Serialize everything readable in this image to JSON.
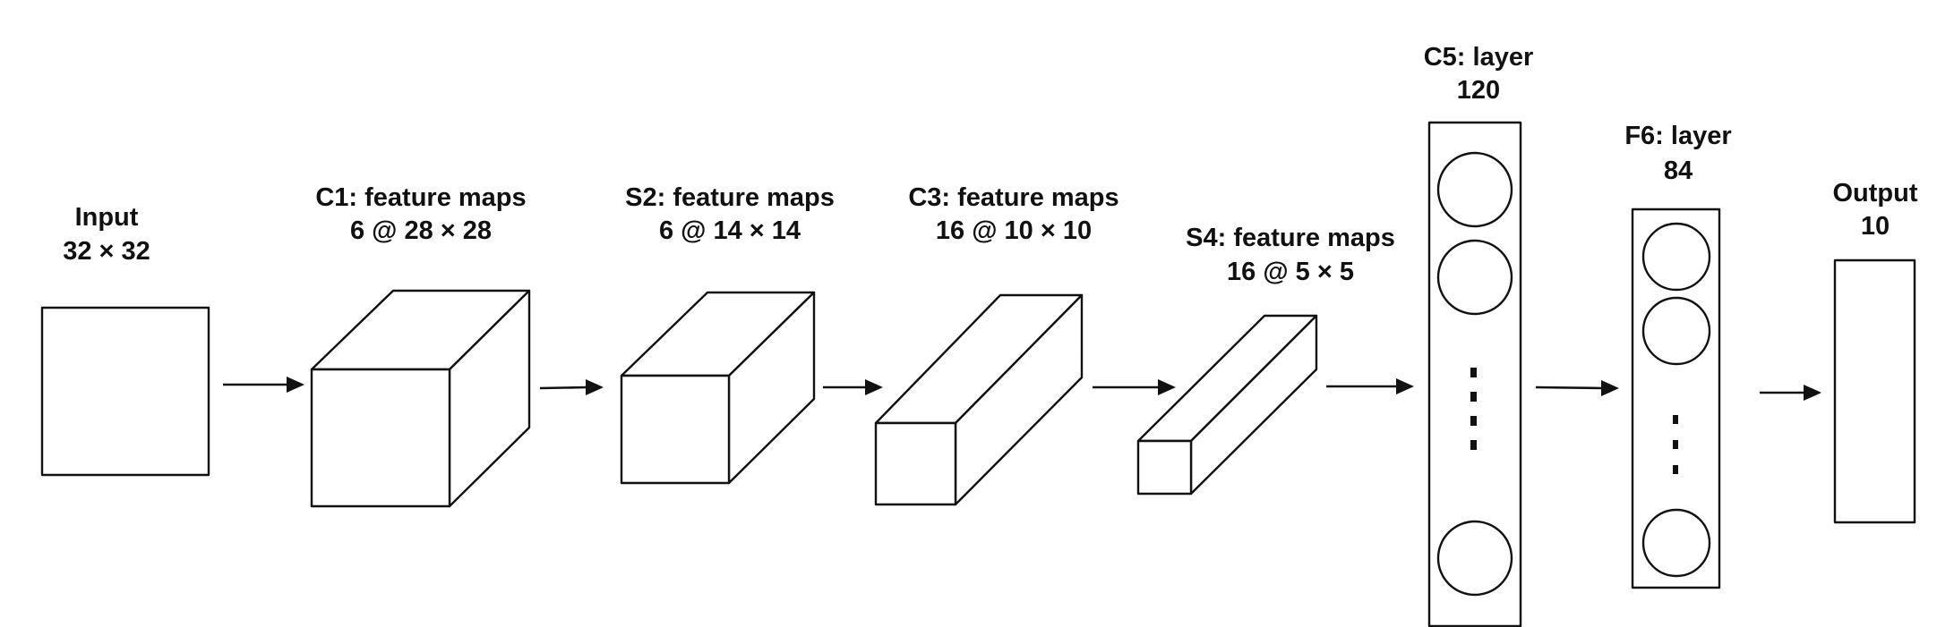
{
  "layers": [
    {
      "id": "input",
      "title": "Input",
      "size": "32 × 32"
    },
    {
      "id": "c1",
      "title": "C1: feature maps",
      "size": "6 @ 28 × 28"
    },
    {
      "id": "s2",
      "title": "S2: feature maps",
      "size": "6 @ 14 × 14"
    },
    {
      "id": "c3",
      "title": "C3: feature maps",
      "size": "16 @ 10 × 10"
    },
    {
      "id": "s4",
      "title": "S4: feature maps",
      "size": "16 @ 5 × 5"
    },
    {
      "id": "c5",
      "title": "C5: layer",
      "size": "120"
    },
    {
      "id": "f6",
      "title": "F6: layer",
      "size": "84"
    },
    {
      "id": "output",
      "title": "Output",
      "size": "10"
    }
  ],
  "colors": {
    "stroke": "#111111",
    "fill": "#ffffff"
  }
}
